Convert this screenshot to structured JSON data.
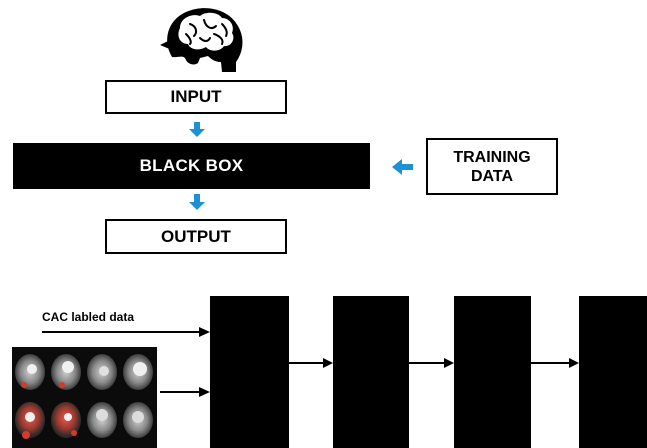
{
  "top_diagram": {
    "input_label": "INPUT",
    "black_box_label": "BLACK BOX",
    "training_line1": "TRAINING",
    "training_line2": "DATA",
    "output_label": "OUTPUT",
    "arrow_color": "#1e90d6",
    "icon": "head-brain-icon"
  },
  "bottom_diagram": {
    "cac_label": "CAC labled data",
    "layer_count": 4,
    "ct_image": "ct-scan-grid-icon"
  }
}
